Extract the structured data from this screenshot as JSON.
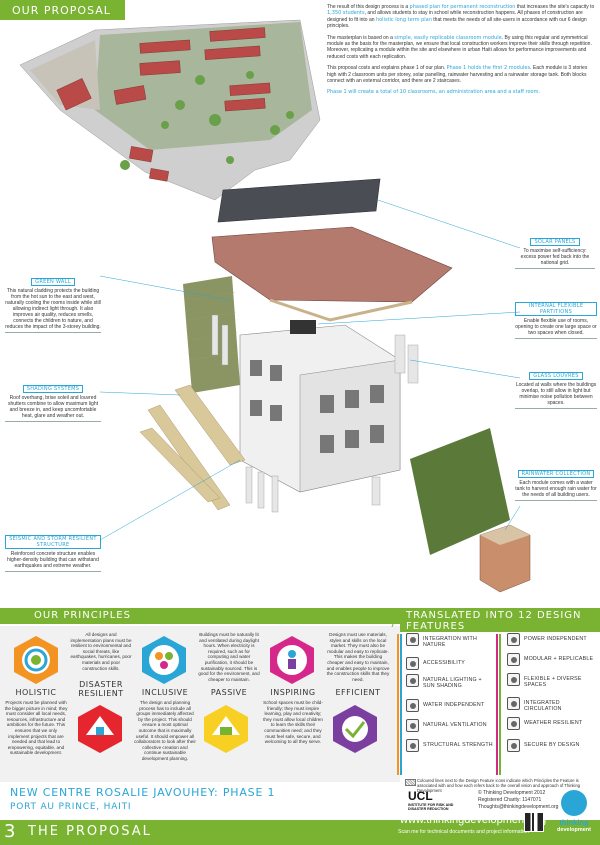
{
  "banners": {
    "top": "OUR PROPOSAL",
    "principles": "OUR PRINCIPLES",
    "translated": "TRANSLATED INTO 12 DESIGN FEATURES",
    "page_number": "3",
    "page_title": "THE PROPOSAL"
  },
  "intro": {
    "p1_a": "The result of this design process is a ",
    "p1_h1": "phased plan for permanent reconstruction",
    "p1_b": " that increases the site's capacity to ",
    "p1_h2": "1,350 students",
    "p1_c": ", and allows students to stay in school while reconstruction happens. All phases of construction are designed to fit into an ",
    "p1_h3": "holistic long term plan",
    "p1_d": " that meets the needs of all site-users in accordance with our 6 design principles.",
    "p2_a": "The masterplan is based on a ",
    "p2_h1": "simple, easily replicable classroom module",
    "p2_b": ". By using this regular and symmetrical module as the basis for the masterplan, we ensure that local construction workers improve their skills through repetition. Moreover, replicating a module within the site and elsewhere in urban Haiti allows for performance improvements and reduced costs with each replication.",
    "p3_a": "This proposal costs and explains phase 1 of our plan. ",
    "p3_h1": "Phase 1 holds the first 2 modules",
    "p3_b": ". Each module is 3 stories high with 2 classroom units per storey, solar panelling, rainwater harvesting and a rainwater storage tank. Both blocks connect with an external corridor, and there are 2 staircases.",
    "p4_h1": "Phase 1 will create a total of 10 classrooms, an administration area and a staff room."
  },
  "callouts": [
    {
      "title": "SOLAR PANELS",
      "body": "To maximise self-sufficiency: excess power fed back into the national grid."
    },
    {
      "title": "GREEN WALL",
      "body": "This natural cladding protects the building from the hot sun to the east and west, naturally cooling the rooms inside while still allowing indirect light through. It also improves air quality, reduces smells, connects the children to nature, and reduces the impact of the 3-storey building."
    },
    {
      "title": "INTERNAL FLEXIBLE PARTITIONS",
      "body": "Enable flexible use of rooms, opening to create one large space or two spaces when closed."
    },
    {
      "title": "GLASS LOUVRES",
      "body": "Located at walls where the buildings overlap, to still allow in light but minimise noise pollution between spaces."
    },
    {
      "title": "SHADING SYSTEMS",
      "body": "Roof overhang, brise soleil and louvred shutters combine to allow maximum light and breeze in, and keep uncomfortable heat, glare and weather out."
    },
    {
      "title": "RAINWATER COLLECTION",
      "body": "Each module comes with a water tank to harvest enough rain water for the needs of all building users."
    },
    {
      "title": "SEISMIC AND STORM RESILIENT STRUCTURE",
      "body": "Reinforced concrete structure enables higher-density building that can withstand earthquakes and extreme weather."
    }
  ],
  "principles": [
    {
      "title": "HOLISTIC",
      "text": "Projects must be planned with the bigger picture in mind; they must consider all local needs, resources, infrastructure and ambitions for the future. This ensures that we only implement projects that are needed and that lead to empowering, equitable, and sustainable development."
    },
    {
      "title": "DISASTER RESILIENT",
      "text": "All designs and implementation plans must be resilient to environmental and social threats, like earthquakes, hurricanes, poor materials and poor construction skills."
    },
    {
      "title": "INCLUSIVE",
      "text": "The design and planning process has to include all groups immediately affected by the project. This should ensure a most optimal outcome that is maximally useful. It should empower all collaborators to look after their collective creation and continue sustainable development planning."
    },
    {
      "title": "PASSIVE",
      "text": "Buildings must be naturally lit and ventilated during daylight hours. When electricity is required, such as for computing and water purification, it should be sustainably sourced. This is good for the environment, and cheaper to maintain."
    },
    {
      "title": "INSPIRING",
      "text": "School spaces must be child-friendly; they must inspire learning, play and creativity; they must allow local children to learn the skills their communities need; and they must feel safe, secure, and welcoming to all they serve."
    },
    {
      "title": "EFFICIENT",
      "text": "Designs must use materials, styles and skills on the local market. They must also be modular and easy to replicate. This makes the building cheaper and easy to maintain, and enables people to improve the construction skills that they need."
    }
  ],
  "features_left": [
    "INTEGRATION WITH NATURE",
    "ACCESSIBILITY",
    "NATURAL LIGHTING + SUN SHADING",
    "WATER INDEPENDENT",
    "NATURAL VENTILATION",
    "STRUCTURAL STRENGTH"
  ],
  "features_right": [
    "POWER INDEPENDENT",
    "MODULAR + REPLICABLE",
    "FLEXIBLE + DIVERSE SPACES",
    "INTEGRATED CIRCULATION",
    "WEATHER RESILIENT",
    "SECURE BY DESIGN"
  ],
  "legend": "Coloured lines next to the Design Feature icons indicate which Principles the Feature is associated with and how each refers back to the overall vision and approach of Thinking Development",
  "footer": {
    "project_title": "NEW CENTRE ROSALIE JAVOUHEY: PHASE 1",
    "location": "PORT AU PRINCE, HAITI",
    "ucl": "UCL",
    "ucl_sub": "INSTITUTE FOR RISK AND DISASTER REDUCTION",
    "copyright": "© Thinking Development 2012",
    "charity": "Registered Charity: 1147071",
    "email": "Thoughts@thinkingdevelopment.org",
    "website": "www.thinkingdevelopment.org",
    "scan": "Scan me for technical documents and project information",
    "logo_line1": "thinking",
    "logo_line2": "development"
  },
  "colors": {
    "green": "#7ab332",
    "blue": "#2aa6d6",
    "orange": "#f29322",
    "red": "#e5262f",
    "purple": "#7b3fa0",
    "magenta": "#d6288a",
    "yellow": "#f7d023"
  }
}
